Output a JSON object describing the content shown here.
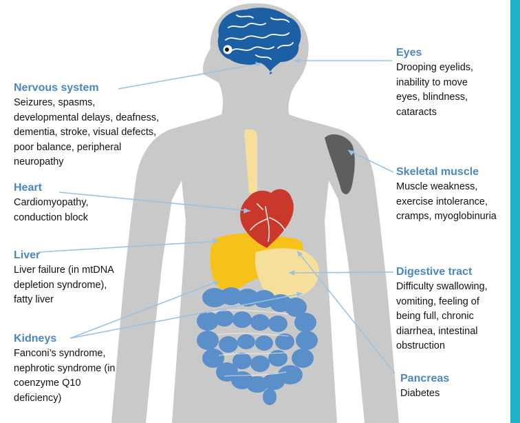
{
  "colors": {
    "body": "#c9c9c9",
    "brain": "#1c5fa5",
    "heart": "#c9382a",
    "liver": "#f6c21a",
    "esophagus": "#f5df9a",
    "stomach": "#f5df9a",
    "intestine": "#5b8fca",
    "muscle": "#5e5e5e",
    "title": "#4a86c0",
    "line": "#9cc2e0",
    "accent": "#1fb2c6"
  },
  "labels": {
    "nervous": {
      "title": "Nervous system",
      "desc": "Seizures, spasms,\ndevelopmental delays, deafness,\ndementia, stroke, visual defects,\npoor balance, peripheral\nneuropathy"
    },
    "heart": {
      "title": "Heart",
      "desc": "Cardiomyopathy,\nconduction block"
    },
    "liver": {
      "title": "Liver",
      "desc": "Liver failure (in mtDNA\ndepletion syndrome),\nfatty liver"
    },
    "kidneys": {
      "title": "Kidneys",
      "desc": "Fanconi’s syndrome,\nnephrotic syndrome (in\ncoenzyme Q10\ndeficiency)"
    },
    "eyes": {
      "title": "Eyes",
      "desc": "Drooping eyelids,\ninability to move\neyes, blindness,\ncataracts"
    },
    "muscle": {
      "title": "Skeletal muscle",
      "desc": "Muscle weakness,\nexercise intolerance,\ncramps, myoglobinuria"
    },
    "digestive": {
      "title": "Digestive tract",
      "desc": "Difficulty swallowing,\nvomiting, feeling of\nbeing full, chronic\ndiarrhea, intestinal\nobstruction"
    },
    "pancreas": {
      "title": "Pancreas",
      "desc": "Diabetes"
    }
  }
}
